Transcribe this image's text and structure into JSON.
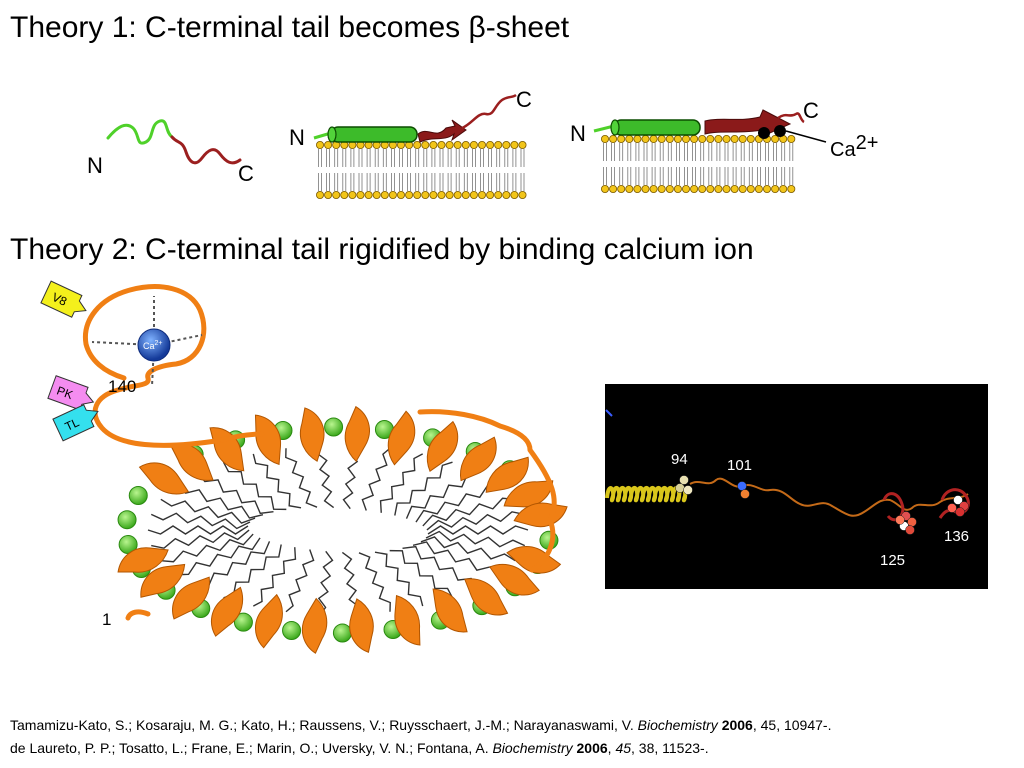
{
  "headings": {
    "theory1": "Theory 1: C-terminal tail becomes β-sheet",
    "theory2": "Theory 2: C-terminal tail rigidified by binding calcium ion"
  },
  "theory1_panels": {
    "panel1": {
      "n": "N",
      "c": "C"
    },
    "panel2": {
      "n": "N",
      "c": "C"
    },
    "panel3": {
      "n": "N",
      "c": "C",
      "ion": "Ca",
      "ion_charge": "2+"
    }
  },
  "theory2_diagram": {
    "tags": [
      "V8",
      "PK",
      "TL"
    ],
    "residue_140": "140",
    "residue_1": "1",
    "ion": "Ca",
    "ion_charge": "2+"
  },
  "structure_panel": {
    "residues": [
      "94",
      "101",
      "125",
      "136"
    ]
  },
  "references": [
    {
      "authors": "Tamamizu-Kato, S.; Kosaraju, M. G.; Kato, H.; Raussens, V.; Ruysschaert, J.-M.; Narayanaswami, V. ",
      "journal": "Biochemistry",
      "year": "2006",
      "rest_prefix": "",
      "volume": "",
      "rest": ", 45, 10947-."
    },
    {
      "authors": "de Laureto, P. P.; Tosatto, L.; Frane, E.; Marin, O.; Uversky, V. N.; Fontana, A. ",
      "journal": "Biochemistry",
      "year": "2006",
      "rest_prefix": ", ",
      "volume": "45",
      "rest": ", 38, 11523-."
    }
  ],
  "colors": {
    "helix_green": "#3dbb2a",
    "tail_red": "#8b1a1a",
    "lipid_head": "#f2c51a",
    "lipid_green": "#5ed12c",
    "protein_orange": "#f07f14",
    "tag_yellow": "#f4f01c",
    "tag_pink": "#f48cf0",
    "tag_cyan": "#34e0ee",
    "ion_blue": "#1f4fc9",
    "panel_black": "#000000"
  }
}
